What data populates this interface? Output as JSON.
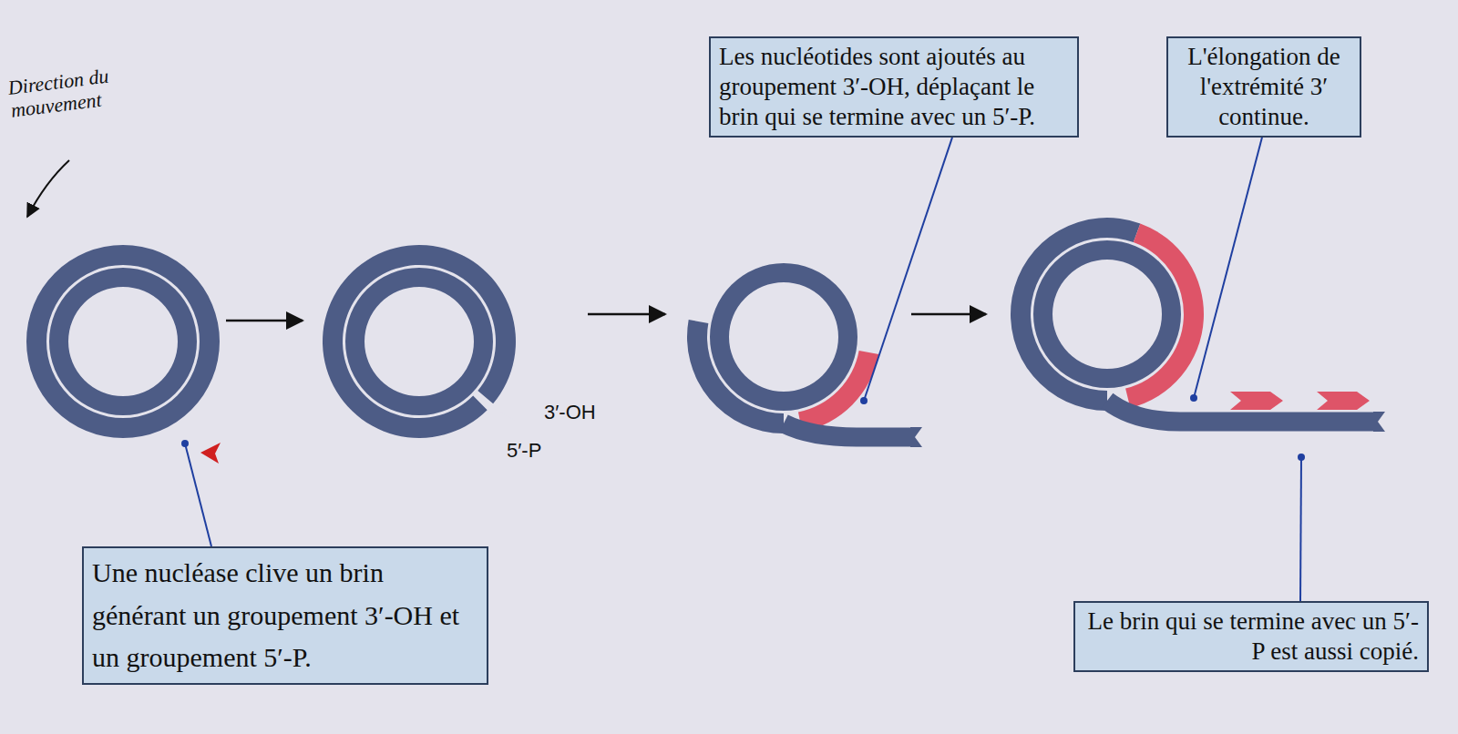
{
  "diagram": {
    "nodes": [
      {
        "text": [
          "Les nucléotides sont ajoutés au groupement 3′-OH, déplaçant le brin qui se termine avec un 5′-P."
        ]
      },
      {
        "text": [
          "L'élongation de l'extrémité 3′ continue."
        ]
      },
      {
        "text": [
          "Une nucléase clive un brin générant un groupement 3′-OH et un groupement 5′-P."
        ]
      },
      {
        "text": [
          "Le brin qui se termine avec un 5′-P est aussi copié."
        ]
      }
    ],
    "labels": [
      "Direction du mouvement",
      "3′-OH",
      "5′-P"
    ]
  }
}
